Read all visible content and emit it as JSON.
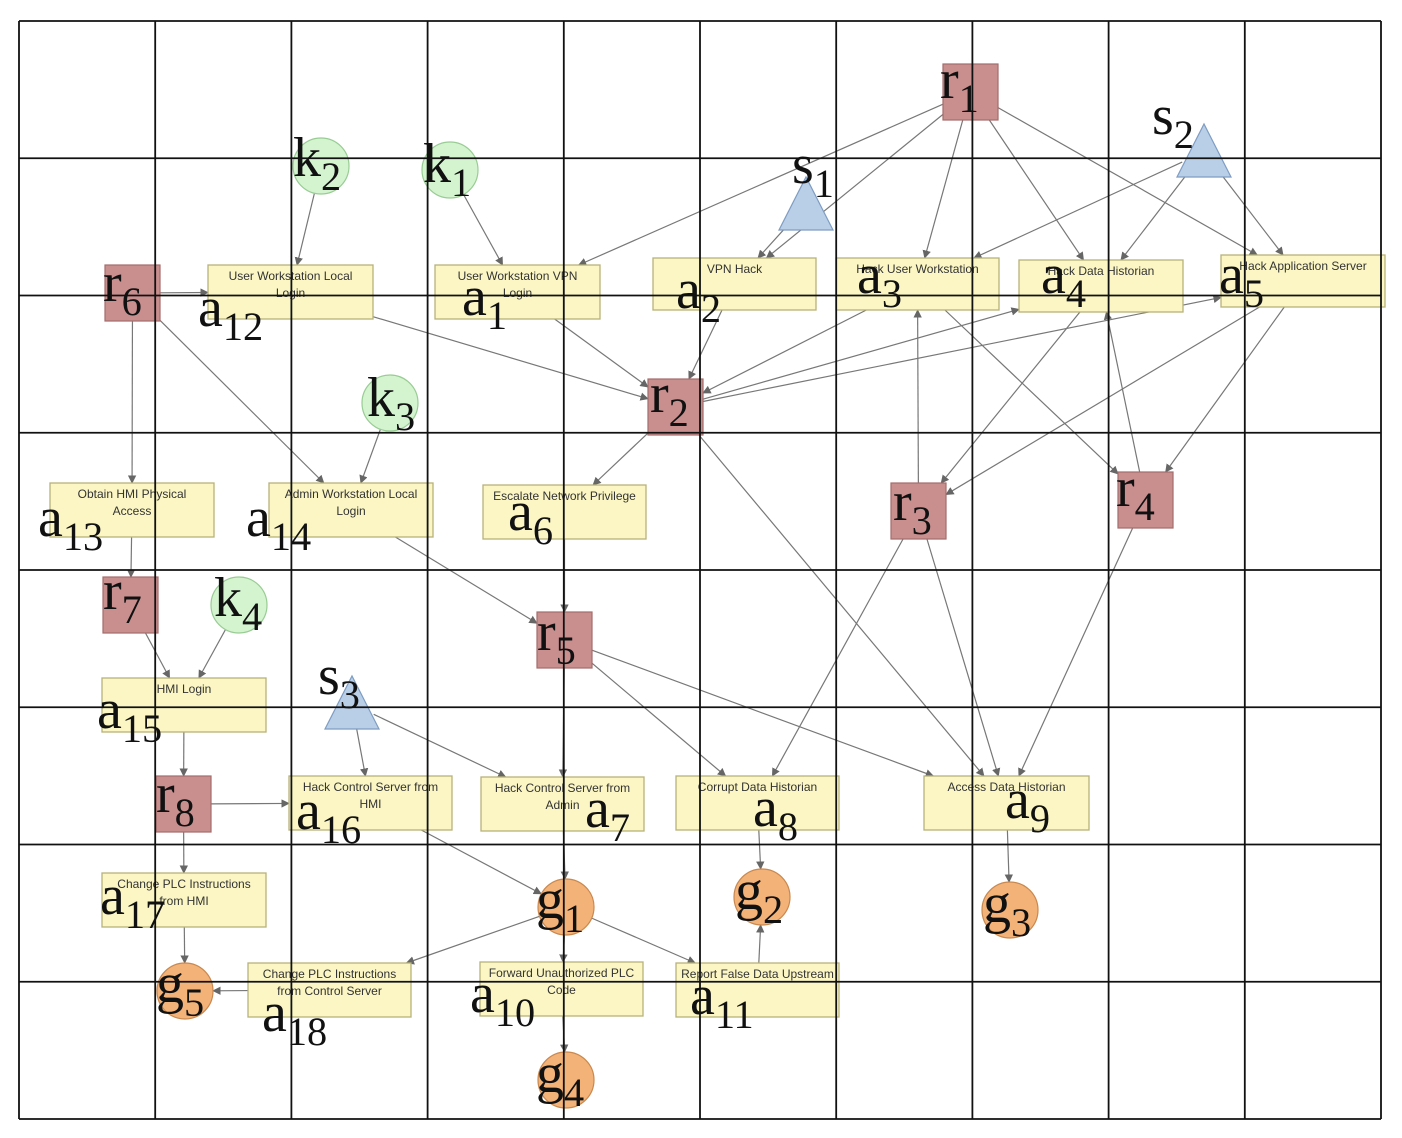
{
  "diagram": {
    "actions": [
      {
        "id": "a1",
        "sym": "a",
        "sub": "1",
        "label": [
          "User Workstation VPN",
          "Login"
        ]
      },
      {
        "id": "a2",
        "sym": "a",
        "sub": "2",
        "label": [
          "VPN Hack"
        ]
      },
      {
        "id": "a3",
        "sym": "a",
        "sub": "3",
        "label": [
          "Hack User Workstation"
        ]
      },
      {
        "id": "a4",
        "sym": "a",
        "sub": "4",
        "label": [
          "Hack Data Historian"
        ]
      },
      {
        "id": "a5",
        "sym": "a",
        "sub": "5",
        "label": [
          "Hack Application Server"
        ]
      },
      {
        "id": "a6",
        "sym": "a",
        "sub": "6",
        "label": [
          "Escalate Network Privilege"
        ]
      },
      {
        "id": "a7",
        "sym": "a",
        "sub": "7",
        "label": [
          "Hack Control Server from",
          "Admin"
        ]
      },
      {
        "id": "a8",
        "sym": "a",
        "sub": "8",
        "label": [
          "Corrupt Data Historian"
        ]
      },
      {
        "id": "a9",
        "sym": "a",
        "sub": "9",
        "label": [
          "Access Data Historian"
        ]
      },
      {
        "id": "a10",
        "sym": "a",
        "sub": "10",
        "label": [
          "Forward Unauthorized PLC",
          "Code"
        ]
      },
      {
        "id": "a11",
        "sym": "a",
        "sub": "11",
        "label": [
          "Report False Data Upstream"
        ]
      },
      {
        "id": "a12",
        "sym": "a",
        "sub": "12",
        "label": [
          "User Workstation Local",
          "Login"
        ]
      },
      {
        "id": "a13",
        "sym": "a",
        "sub": "13",
        "label": [
          "Obtain HMI Physical",
          "Access"
        ]
      },
      {
        "id": "a14",
        "sym": "a",
        "sub": "14",
        "label": [
          "Admin Workstation Local",
          "Login"
        ]
      },
      {
        "id": "a15",
        "sym": "a",
        "sub": "15",
        "label": [
          "HMI Login"
        ]
      },
      {
        "id": "a16",
        "sym": "a",
        "sub": "16",
        "label": [
          "Hack Control Server from",
          "HMI"
        ]
      },
      {
        "id": "a17",
        "sym": "a",
        "sub": "17",
        "label": [
          "Change PLC Instructions",
          "from HMI"
        ]
      },
      {
        "id": "a18",
        "sym": "a",
        "sub": "18",
        "label": [
          "Change PLC Instructions",
          "from Control Server"
        ]
      }
    ],
    "resources": [
      {
        "id": "r1",
        "sym": "r",
        "sub": "1"
      },
      {
        "id": "r2",
        "sym": "r",
        "sub": "2"
      },
      {
        "id": "r3",
        "sym": "r",
        "sub": "3"
      },
      {
        "id": "r4",
        "sym": "r",
        "sub": "4"
      },
      {
        "id": "r5",
        "sym": "r",
        "sub": "5"
      },
      {
        "id": "r6",
        "sym": "r",
        "sub": "6"
      },
      {
        "id": "r7",
        "sym": "r",
        "sub": "7"
      },
      {
        "id": "r8",
        "sym": "r",
        "sub": "8"
      }
    ],
    "keys": [
      {
        "id": "k1",
        "sym": "k",
        "sub": "1"
      },
      {
        "id": "k2",
        "sym": "k",
        "sub": "2"
      },
      {
        "id": "k3",
        "sym": "k",
        "sub": "3"
      },
      {
        "id": "k4",
        "sym": "k",
        "sub": "4"
      }
    ],
    "skills": [
      {
        "id": "s1",
        "sym": "s",
        "sub": "1"
      },
      {
        "id": "s2",
        "sym": "s",
        "sub": "2"
      },
      {
        "id": "s3",
        "sym": "s",
        "sub": "3"
      }
    ],
    "goals": [
      {
        "id": "g1",
        "sym": "g",
        "sub": "1"
      },
      {
        "id": "g2",
        "sym": "g",
        "sub": "2"
      },
      {
        "id": "g3",
        "sym": "g",
        "sub": "3"
      },
      {
        "id": "g4",
        "sym": "g",
        "sub": "4"
      },
      {
        "id": "g5",
        "sym": "g",
        "sub": "5"
      }
    ],
    "edges": [
      [
        "r1",
        "a1"
      ],
      [
        "r1",
        "a2"
      ],
      [
        "r1",
        "a3"
      ],
      [
        "r1",
        "a4"
      ],
      [
        "r1",
        "a5"
      ],
      [
        "s1",
        "a2"
      ],
      [
        "s2",
        "a3"
      ],
      [
        "s2",
        "a4"
      ],
      [
        "s2",
        "a5"
      ],
      [
        "k2",
        "a12"
      ],
      [
        "k1",
        "a1"
      ],
      [
        "r6",
        "a12"
      ],
      [
        "a12",
        "r2"
      ],
      [
        "a1",
        "r2"
      ],
      [
        "a2",
        "r2"
      ],
      [
        "a3",
        "r2"
      ],
      [
        "r2",
        "a4"
      ],
      [
        "r2",
        "a5"
      ],
      [
        "r2",
        "a6"
      ],
      [
        "r2",
        "a9"
      ],
      [
        "r3",
        "a3"
      ],
      [
        "a4",
        "r3"
      ],
      [
        "a5",
        "r3"
      ],
      [
        "r3",
        "a8"
      ],
      [
        "r3",
        "a9"
      ],
      [
        "a3",
        "r4"
      ],
      [
        "r4",
        "a4"
      ],
      [
        "a5",
        "r4"
      ],
      [
        "r4",
        "a9"
      ],
      [
        "r6",
        "a13"
      ],
      [
        "r6",
        "a14"
      ],
      [
        "k3",
        "a14"
      ],
      [
        "a14",
        "r5"
      ],
      [
        "a13",
        "r7"
      ],
      [
        "r7",
        "a15"
      ],
      [
        "k4",
        "a15"
      ],
      [
        "a15",
        "r8"
      ],
      [
        "r8",
        "a16"
      ],
      [
        "r8",
        "a17"
      ],
      [
        "a17",
        "g5"
      ],
      [
        "a18",
        "g5"
      ],
      [
        "s3",
        "a16"
      ],
      [
        "s3",
        "a7"
      ],
      [
        "a6",
        "r5"
      ],
      [
        "r5",
        "a7"
      ],
      [
        "r5",
        "a8"
      ],
      [
        "r5",
        "a9"
      ],
      [
        "a16",
        "g1"
      ],
      [
        "a7",
        "g1"
      ],
      [
        "g1",
        "a18"
      ],
      [
        "g1",
        "a10"
      ],
      [
        "g1",
        "a11"
      ],
      [
        "a10",
        "g4"
      ],
      [
        "a8",
        "g2"
      ],
      [
        "a11",
        "g2"
      ],
      [
        "a9",
        "g3"
      ]
    ]
  }
}
